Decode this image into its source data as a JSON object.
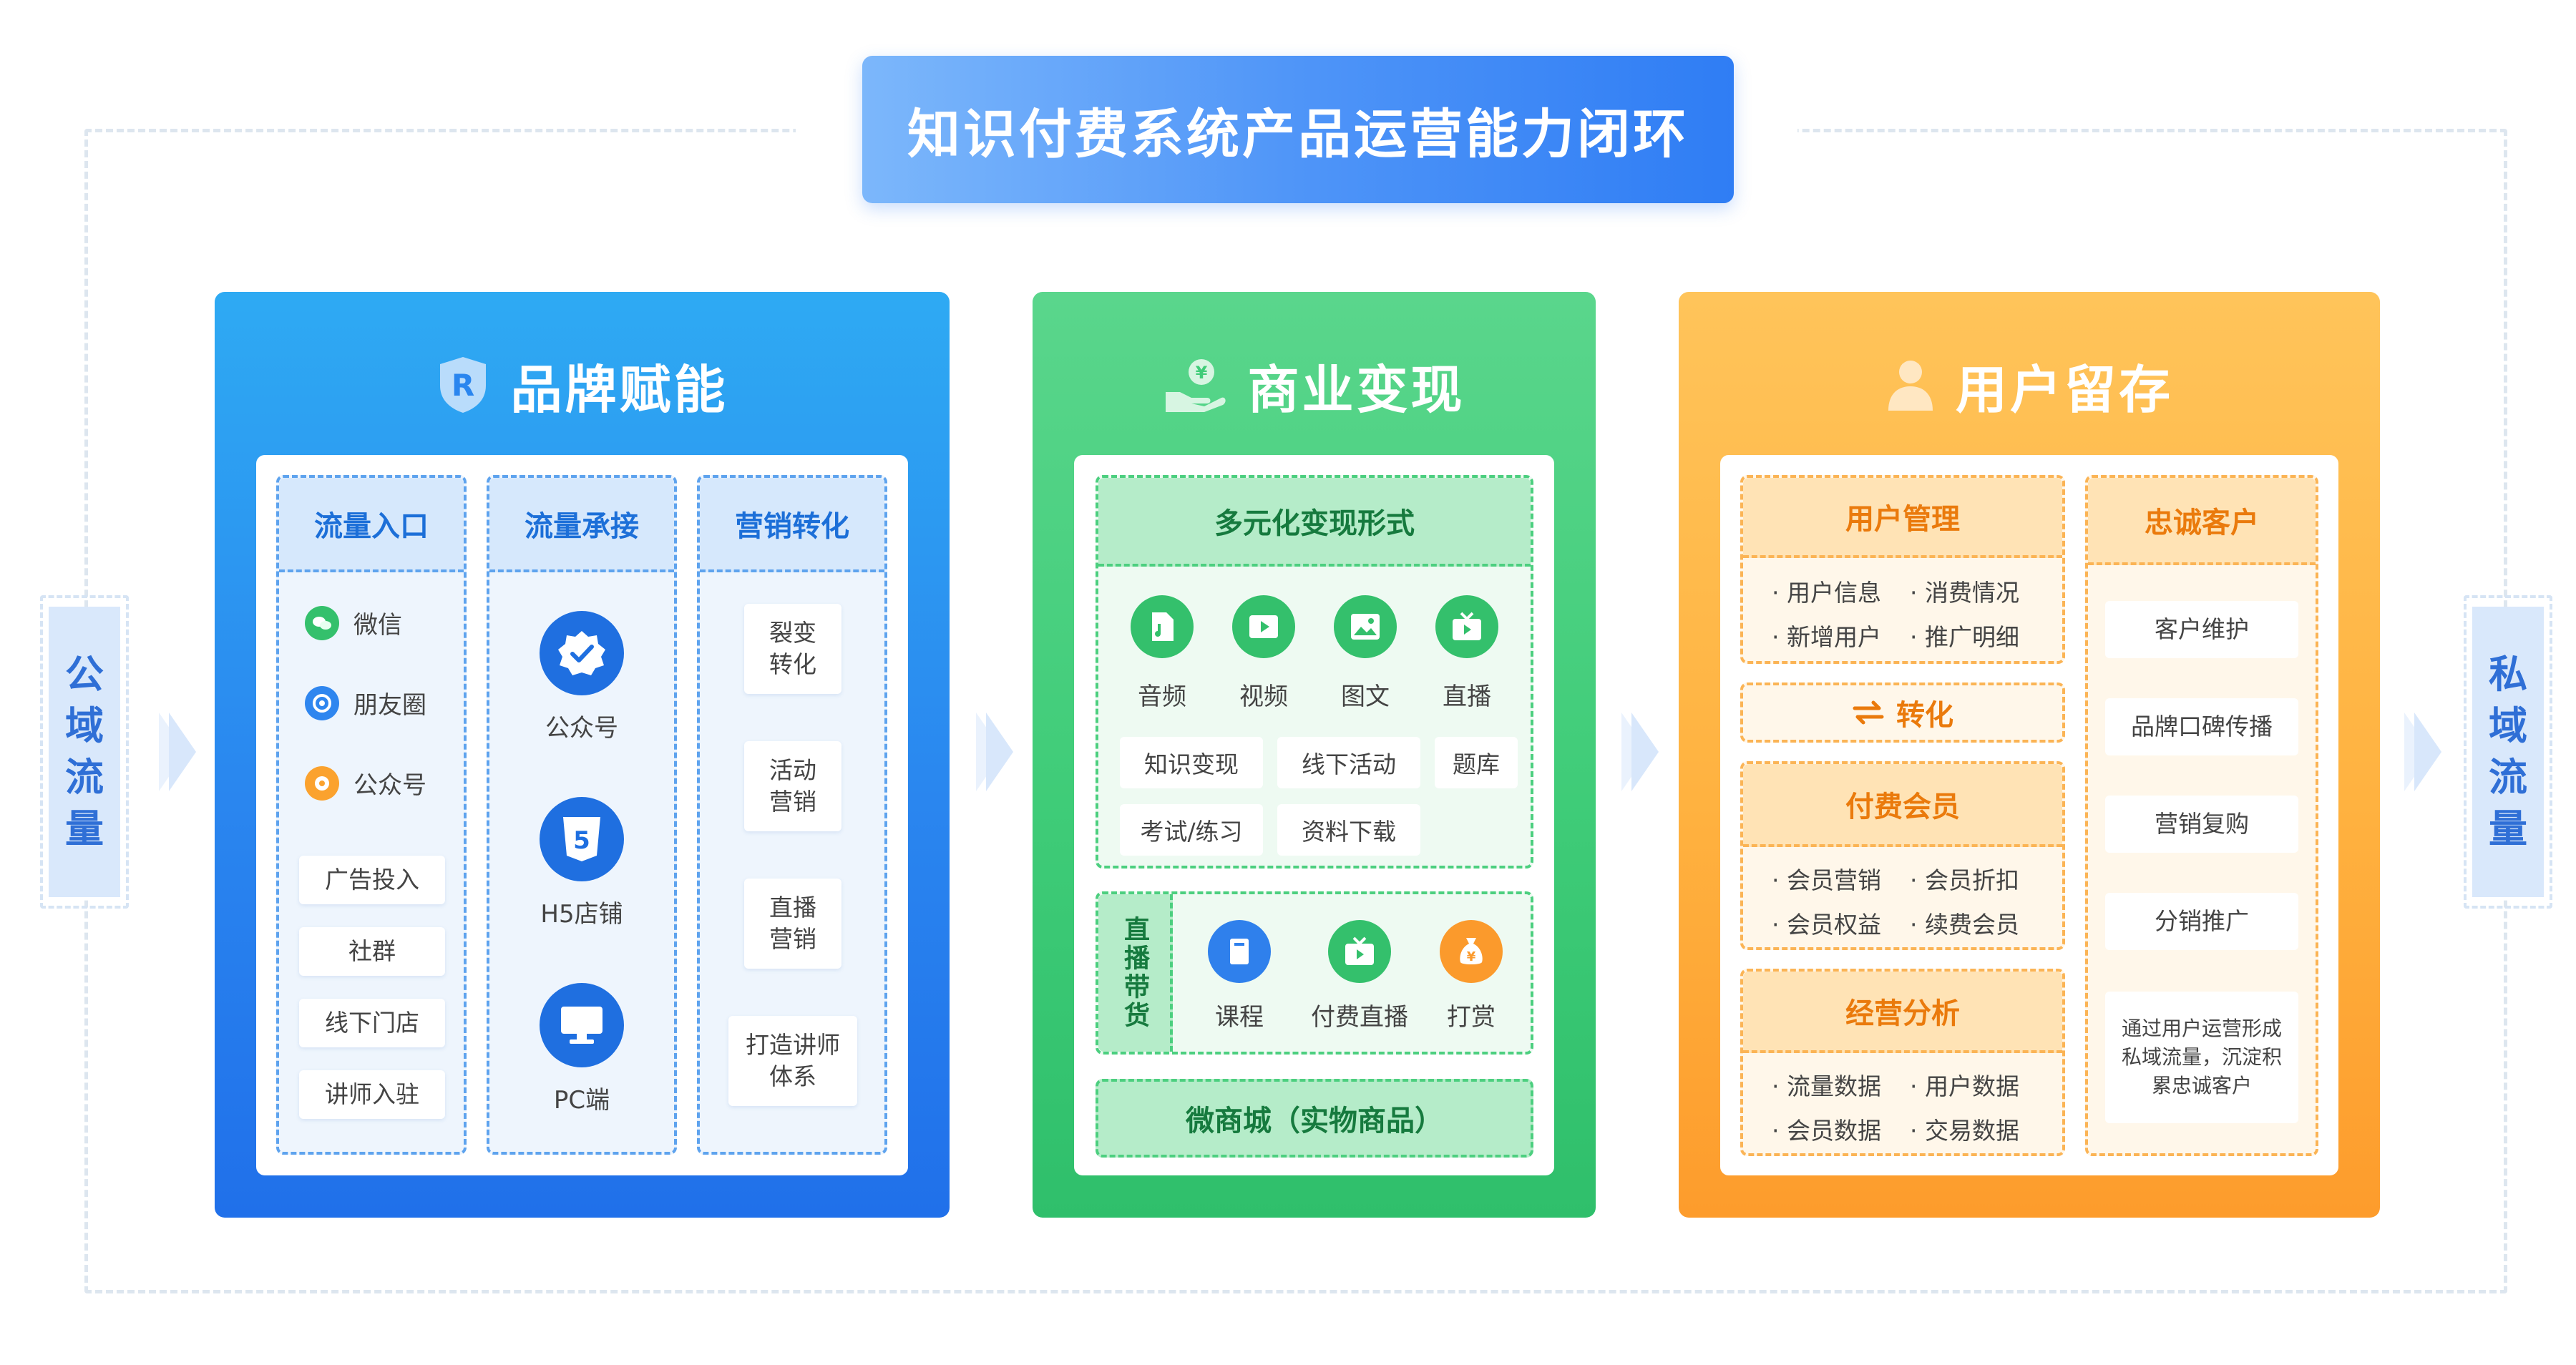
{
  "title": "知识付费系统产品运营能力闭环",
  "left_label": [
    "公",
    "域",
    "流",
    "量"
  ],
  "right_label": [
    "私",
    "域",
    "流",
    "量"
  ],
  "colors": {
    "brand_blue": "#2a86ef",
    "biz_green": "#3fcc78",
    "user_orange": "#ffb240"
  },
  "brand": {
    "title": "品牌赋能",
    "col1": {
      "header": "流量入口",
      "icon_items": [
        "微信",
        "朋友圈",
        "公众号"
      ],
      "boxes": [
        "广告投入",
        "社群",
        "线下门店",
        "讲师入驻"
      ]
    },
    "col2": {
      "header": "流量承接",
      "items": [
        "公众号",
        "H5店铺",
        "PC端"
      ]
    },
    "col3": {
      "header": "营销转化",
      "boxes": [
        "裂变转化",
        "活动营销",
        "直播营销",
        "打造讲师体系"
      ]
    }
  },
  "biz": {
    "title": "商业变现",
    "forms": {
      "header": "多元化变现形式",
      "icons": [
        "音频",
        "视频",
        "图文",
        "直播"
      ],
      "chips_row1": [
        "知识变现",
        "线下活动",
        "题库"
      ],
      "chips_row2": [
        "考试/练习",
        "资料下载"
      ]
    },
    "live": {
      "label": "直播带货",
      "items": [
        "课程",
        "付费直播",
        "打赏"
      ]
    },
    "mall": "微商城（实物商品）"
  },
  "user": {
    "title": "用户留存",
    "manage": {
      "header": "用户管理",
      "bullets": [
        "用户信息",
        "消费情况",
        "新增用户",
        "推广明细"
      ]
    },
    "convert": "转化",
    "member": {
      "header": "付费会员",
      "bullets": [
        "会员营销",
        "会员折扣",
        "会员权益",
        "续费会员"
      ]
    },
    "analysis": {
      "header": "经营分析",
      "bullets": [
        "流量数据",
        "用户数据",
        "会员数据",
        "交易数据"
      ]
    },
    "loyal": {
      "header": "忠诚客户",
      "boxes": [
        "客户维护",
        "品牌口碑传播",
        "营销复购",
        "分销推广"
      ],
      "note": "通过用户运营形成私域流量，沉淀积累忠诚客户"
    }
  }
}
